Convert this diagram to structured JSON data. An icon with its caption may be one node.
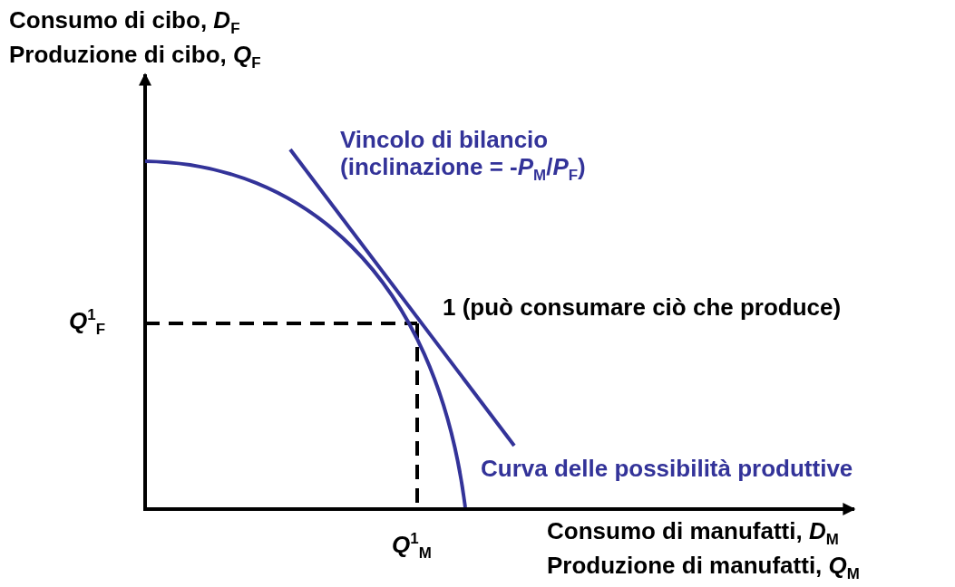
{
  "diagram": {
    "labels": [
      "Consumo di cibo, *D*$_{F}$",
      "Produzione di cibo, *Q*$_{F}$",
      "Vincolo di bilancio (inclinazione = -*P*$_{M}$/*P*$_{F}$)",
      "*Q*$^{1}$$_{F}$",
      "1 (può consumare ciò che produce)",
      "Curva delle possibilità produttive",
      "*Q*$^{1}$$_{M}$",
      "Consumo di manufatti, *D*$_{M}$",
      "Produzione di manufatti, *Q*$_{M}$"
    ]
  }
}
